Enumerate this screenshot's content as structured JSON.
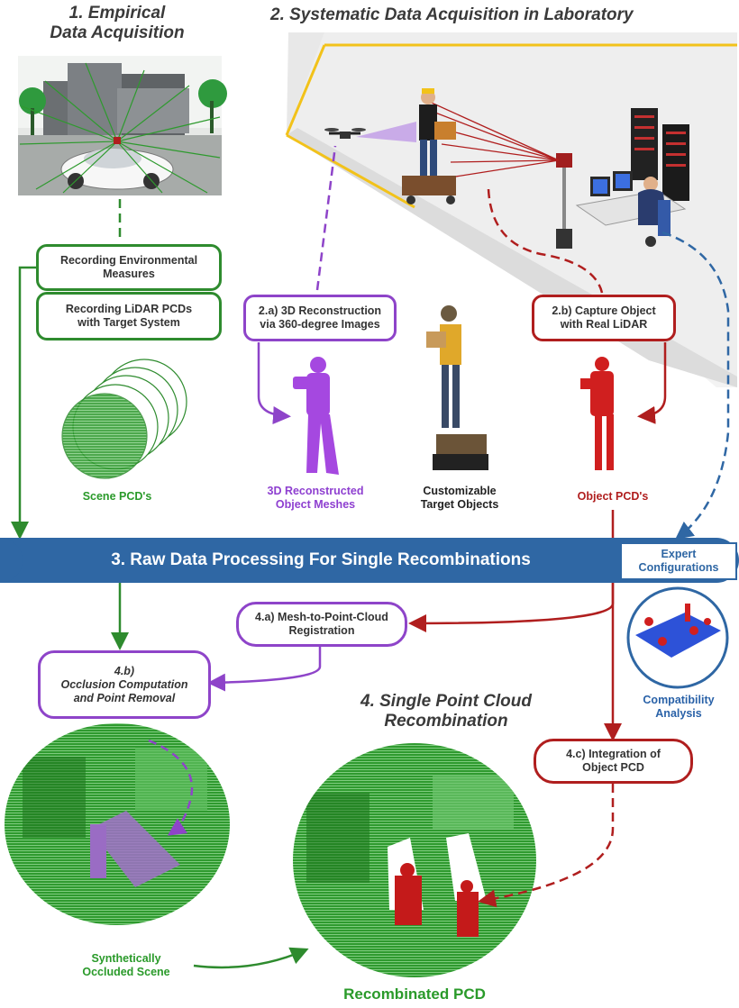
{
  "titles": {
    "t1": "1. Empirical\nData Acquisition",
    "t2": "2. Systematic Data Acquisition in Laboratory",
    "t4": "4. Single Point Cloud\nRecombination"
  },
  "boxes": {
    "env": "Recording Environmental\nMeasures",
    "lidar": "Recording LiDAR PCDs\nwith Target System",
    "recon": "2.a) 3D Reconstruction\nvia 360-degree Images",
    "capture": "2.b) Capture Object\nwith Real LiDAR",
    "mesh2pc": "4.a) Mesh-to-Point-Cloud\nRegistration",
    "occl_num": "4.b)",
    "occl": "Occlusion Computation\nand Point Removal",
    "integ": "4.c) Integration of\nObject PCD"
  },
  "labels": {
    "scene": "Scene PCD's",
    "meshes": "3D Reconstructed\nObject Meshes",
    "targets": "Customizable\nTarget Objects",
    "objpcd": "Object PCD's",
    "compat": "Compatibility\nAnalysis",
    "occluded": "Synthetically\nOccluded Scene",
    "recomb": "Recombinated PCD"
  },
  "banner": {
    "text": "3.  Raw Data Processing For Single Recombinations",
    "expert": "Expert\nConfigurations"
  },
  "colors": {
    "green": "#2e8b2e",
    "purple": "#8e44c9",
    "red": "#b01e1e",
    "blue": "#2f67a4"
  }
}
